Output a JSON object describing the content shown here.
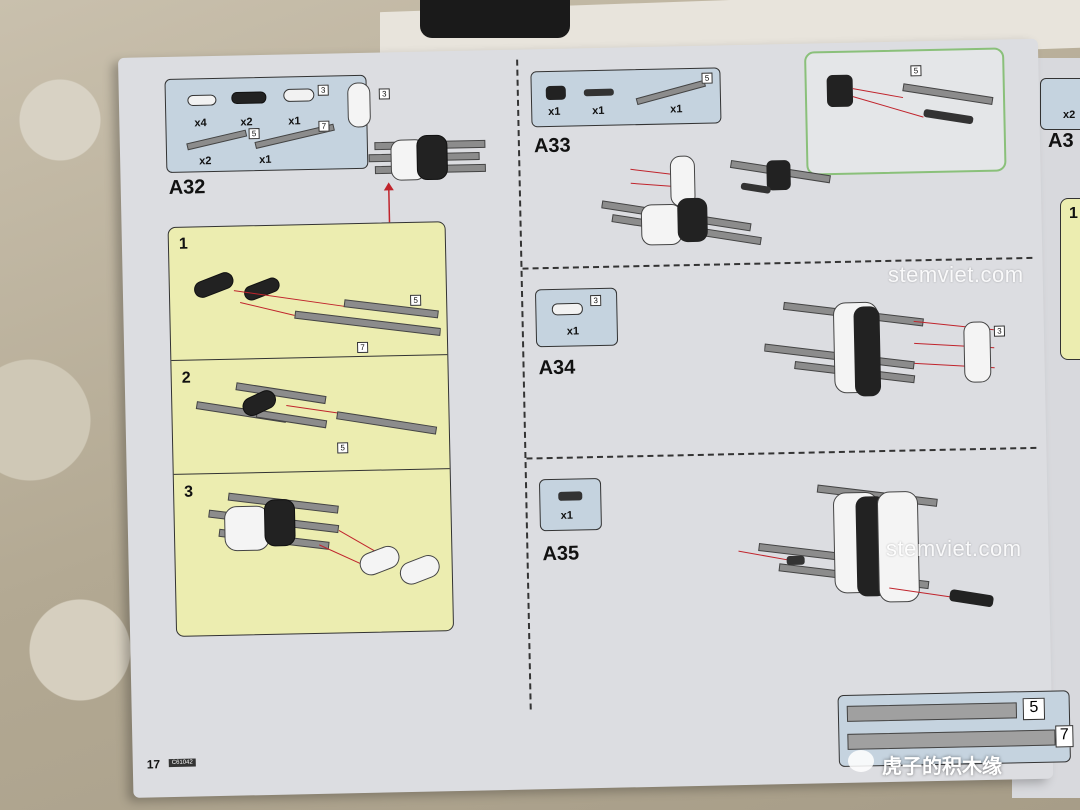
{
  "steps": {
    "a32": {
      "label": "A32",
      "parts_qty": [
        "x4",
        "x2",
        "x1",
        "x2",
        "x1"
      ],
      "sizes": [
        "3",
        "5",
        "7",
        "3"
      ]
    },
    "a33": {
      "label": "A33",
      "parts_qty": [
        "x1",
        "x1",
        "x1"
      ],
      "sizes": [
        "5",
        "5"
      ]
    },
    "a34": {
      "label": "A34",
      "parts_qty": [
        "x1"
      ],
      "sizes": [
        "3",
        "3"
      ]
    },
    "a35": {
      "label": "A35",
      "parts_qty": [
        "x1"
      ]
    }
  },
  "substeps": {
    "s1": {
      "num": "1",
      "sizes": [
        "5",
        "7"
      ]
    },
    "s2": {
      "num": "2",
      "sizes": [
        "5"
      ]
    },
    "s3": {
      "num": "3"
    }
  },
  "next_page": {
    "label": "1",
    "qty": "x2",
    "step": "A3"
  },
  "footer": {
    "page_number": "17",
    "code": "C61042",
    "sizes": [
      "5",
      "7"
    ],
    "account": "虎子的积木缘"
  },
  "watermarks": [
    "stemviet.com",
    "stemviet.com"
  ]
}
